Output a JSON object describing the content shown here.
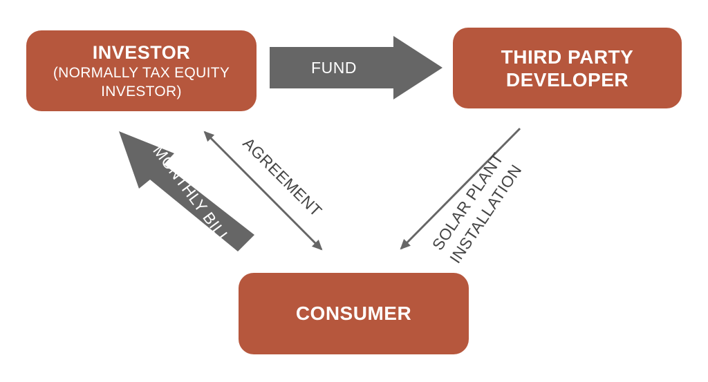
{
  "nodes": {
    "investor": {
      "title": "INVESTOR",
      "subtitle_line1": "(NORMALLY TAX EQUITY",
      "subtitle_line2": "INVESTOR)"
    },
    "developer": {
      "title_line1": "THIRD PARTY",
      "title_line2": "DEVELOPER"
    },
    "consumer": {
      "title": "CONSUMER"
    }
  },
  "edges": {
    "fund": "FUND",
    "monthly_bill": "MONTHLY BILL",
    "agreement": "AGREEMENT",
    "solar_line1": "SOLAR PLANT",
    "solar_line2": "INSTALLATION"
  },
  "colors": {
    "box_fill": "#b6573d",
    "box_text": "#ffffff",
    "arrow_fill": "#666666",
    "line_color": "#666666",
    "label_dark": "#444444"
  }
}
